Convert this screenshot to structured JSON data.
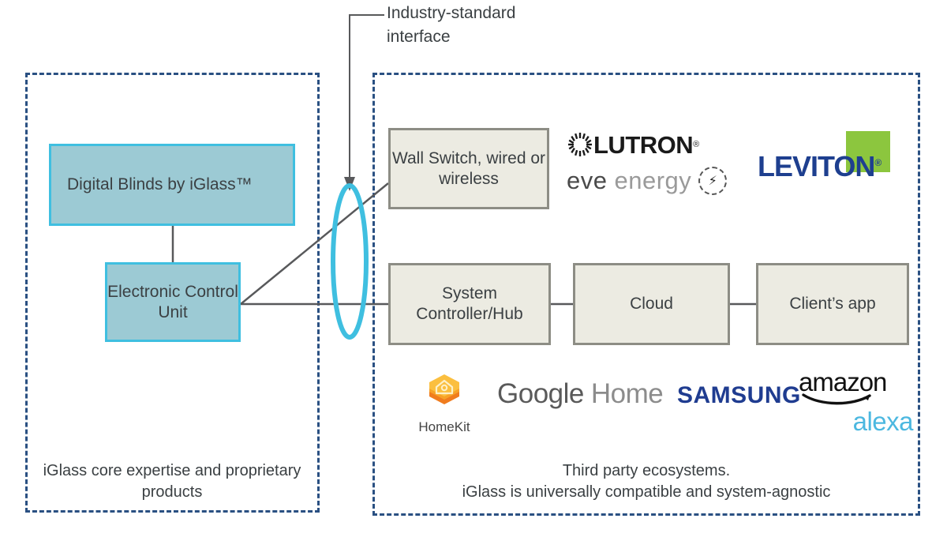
{
  "diagram": {
    "callout": {
      "label": "Industry-standard interface"
    },
    "groups": {
      "left": {
        "caption": "iGlass core expertise and proprietary products"
      },
      "right": {
        "caption": "Third party ecosystems.\niGlass is universally compatible and system-agnostic"
      }
    },
    "boxes": {
      "digital_blinds": "Digital Blinds by iGlass™",
      "ecu": "Electronic Control Unit",
      "wall_switch": "Wall Switch, wired or wireless",
      "controller": "System Controller/Hub",
      "cloud": "Cloud",
      "client_app": "Client’s app"
    },
    "logos": {
      "lutron": {
        "word": "LUTRON",
        "reg": "®",
        "icon": "sunburst-icon"
      },
      "eve": {
        "first": "eve",
        "second": "energy",
        "icon": "bolt-circle-icon"
      },
      "leviton": {
        "word": "LEVITON",
        "reg": "®",
        "accent_color": "#8cc63e",
        "text_color": "#1e3f8f"
      },
      "homekit": {
        "label": "HomeKit",
        "icon": "homekit-hexagon-icon"
      },
      "google_home": {
        "first": "Google",
        "second": "Home"
      },
      "samsung": {
        "word": "SAMSUNG"
      },
      "alexa": {
        "first": "amazon",
        "second": "alexa",
        "accent_color": "#4cb8e0"
      }
    },
    "colors": {
      "group_border": "#2a5082",
      "box_beige_fill": "#ecebe2",
      "box_beige_border": "#8d8d85",
      "box_blue_fill": "#9ccad4",
      "box_blue_border": "#3fbfe0",
      "connector": "#58595b",
      "interface_ellipse": "#3fbfe0"
    }
  }
}
